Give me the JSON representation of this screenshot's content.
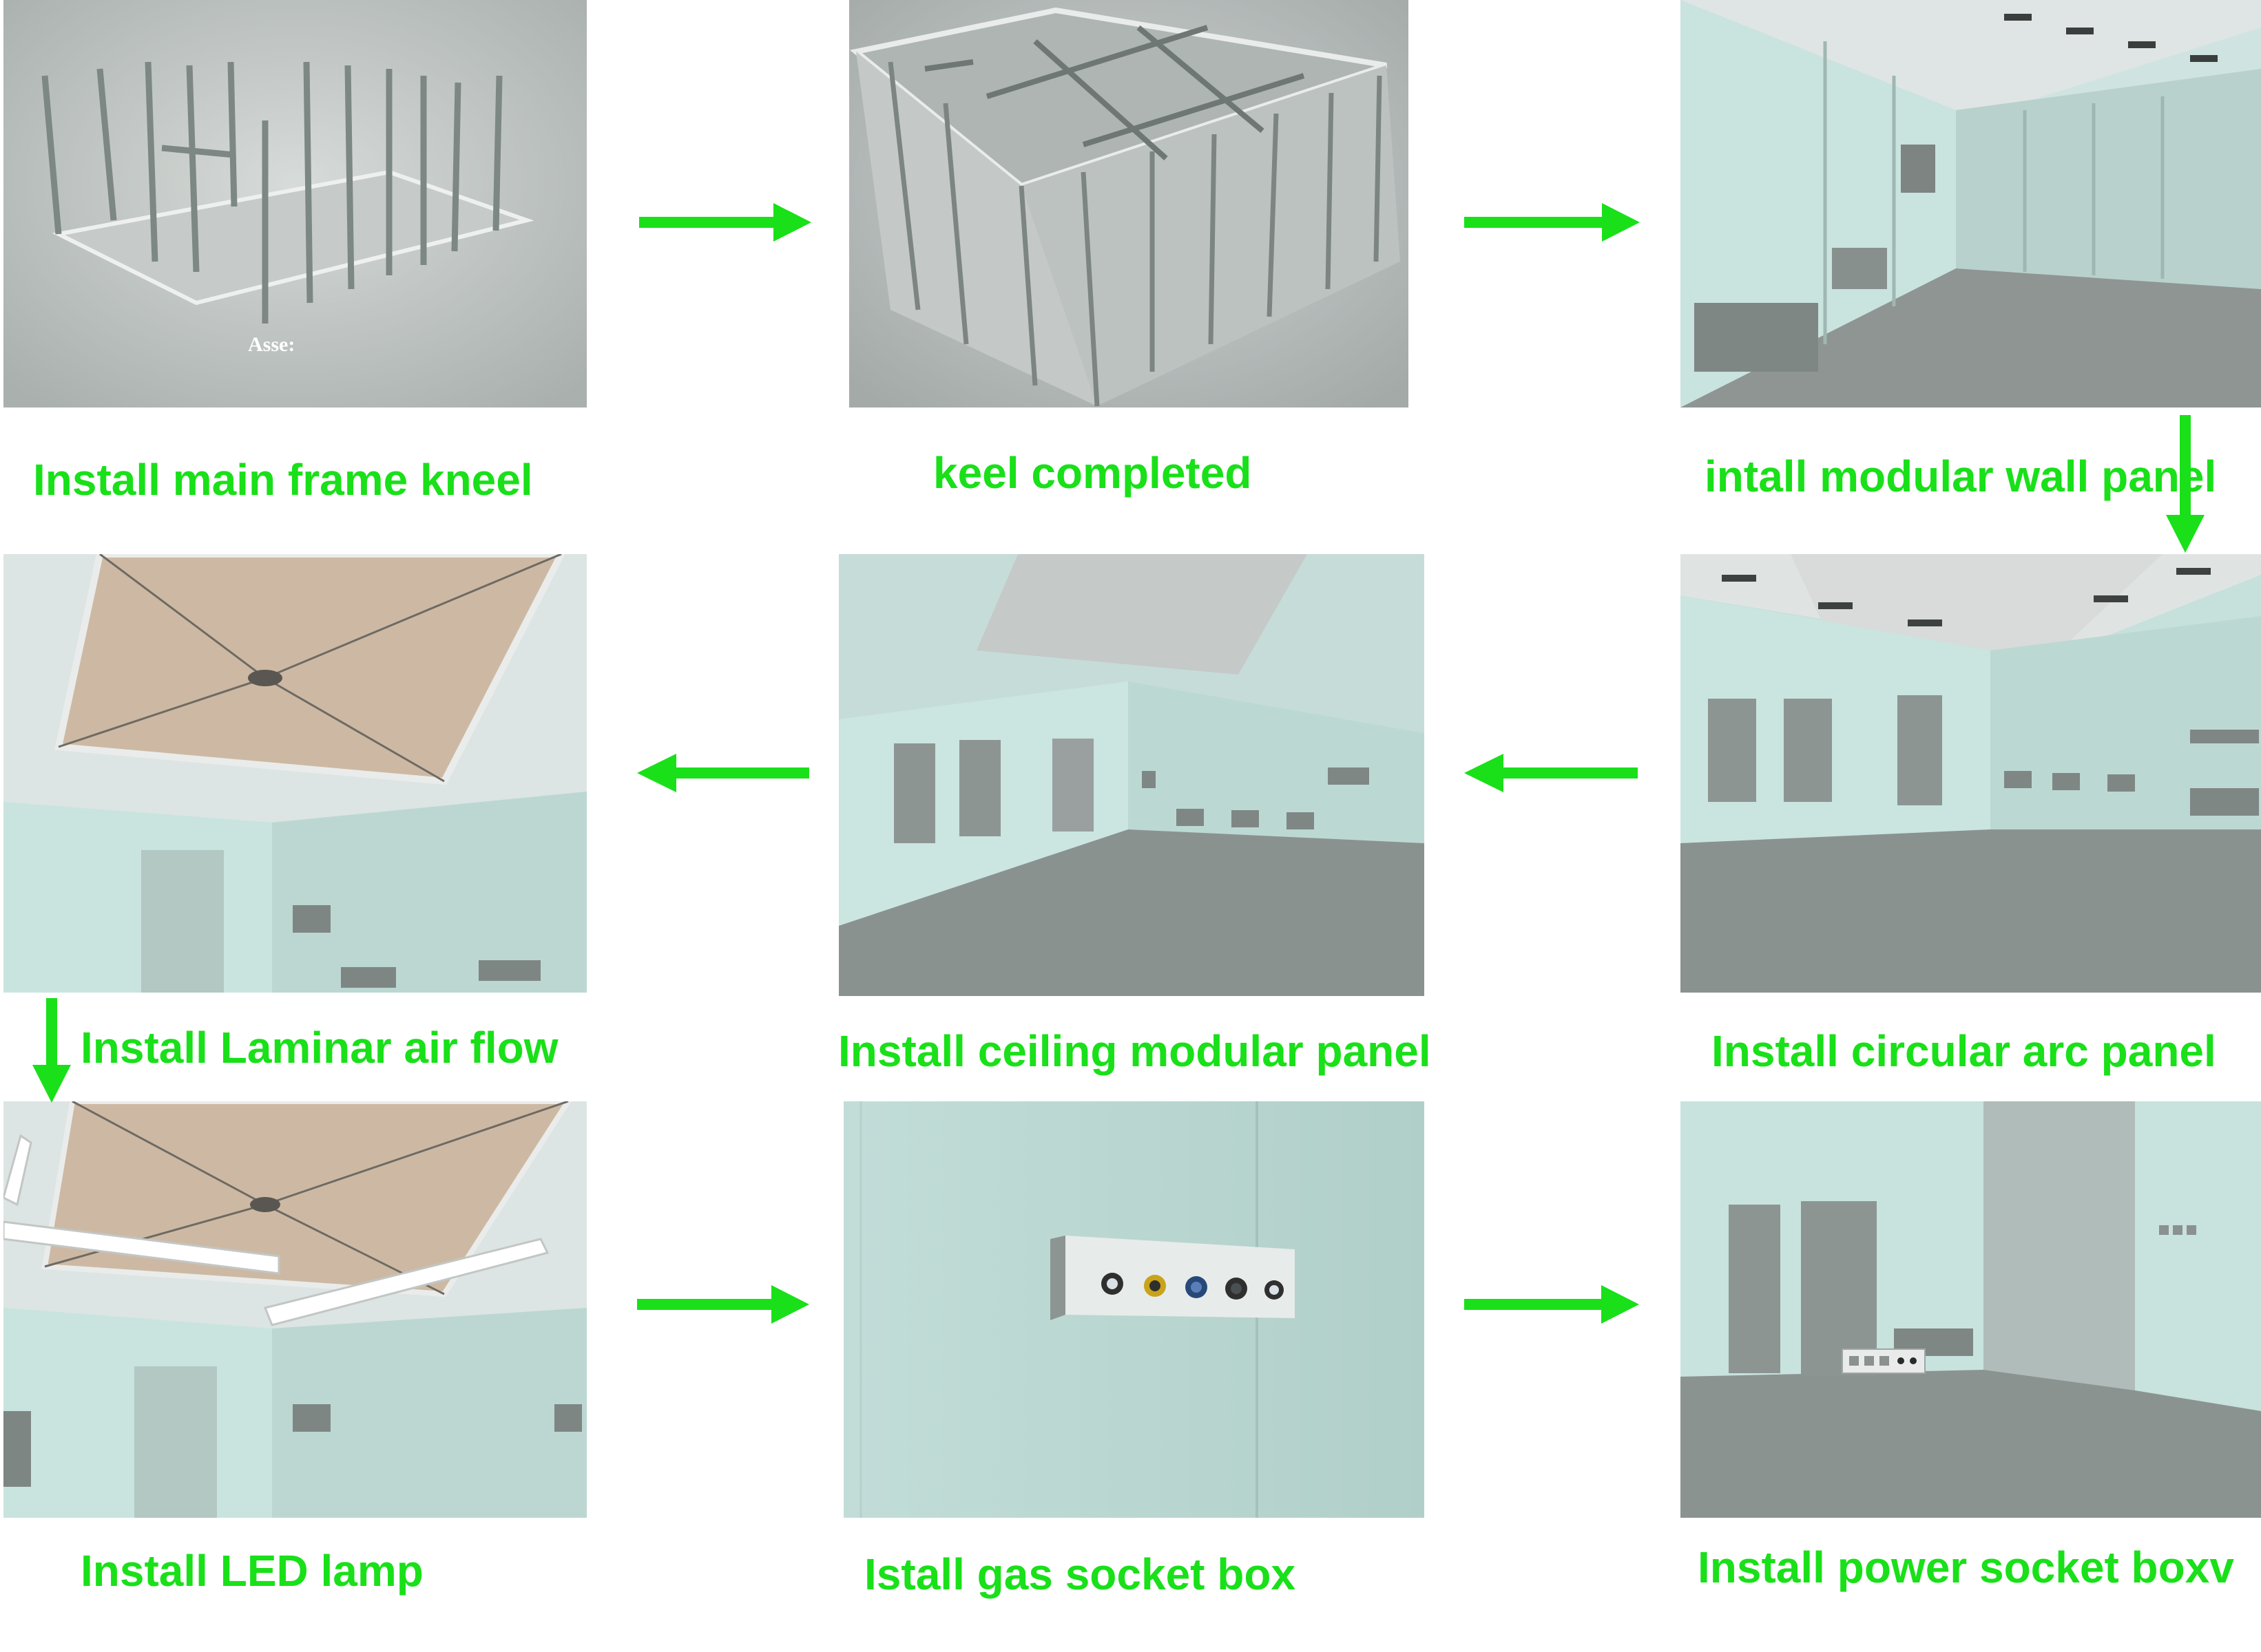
{
  "accent_color": "#19e019",
  "steps": [
    {
      "id": 1,
      "caption": "Install main frame kneel",
      "overlay": "Asse:"
    },
    {
      "id": 2,
      "caption": "keel completed"
    },
    {
      "id": 3,
      "caption": "intall modular wall panel"
    },
    {
      "id": 4,
      "caption": "Install circular arc panel"
    },
    {
      "id": 5,
      "caption": "Install ceiling modular panel"
    },
    {
      "id": 6,
      "caption": "Install Laminar air flow"
    },
    {
      "id": 7,
      "caption": "Install LED lamp"
    },
    {
      "id": 8,
      "caption": "Istall gas socket box"
    },
    {
      "id": 9,
      "caption": "Install power socket boxv"
    }
  ],
  "arrows": [
    {
      "from": 1,
      "to": 2,
      "direction": "right"
    },
    {
      "from": 2,
      "to": 3,
      "direction": "right"
    },
    {
      "from": 3,
      "to": 4,
      "direction": "down"
    },
    {
      "from": 4,
      "to": 5,
      "direction": "left"
    },
    {
      "from": 5,
      "to": 6,
      "direction": "left"
    },
    {
      "from": 6,
      "to": 7,
      "direction": "down"
    },
    {
      "from": 7,
      "to": 8,
      "direction": "right"
    },
    {
      "from": 8,
      "to": 9,
      "direction": "right"
    }
  ]
}
